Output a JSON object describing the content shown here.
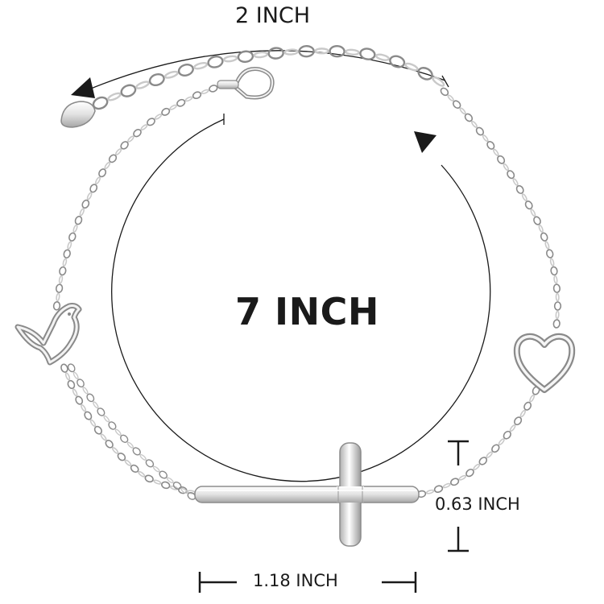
{
  "labels": {
    "extender_length": "2 INCH",
    "chain_length": "7 INCH",
    "cross_height": "0.63 INCH",
    "cross_width": "1.18 INCH"
  },
  "colors": {
    "silver_light": "#f4f4f4",
    "silver_mid": "#c9c9c9",
    "silver_dark": "#8a8a8a",
    "ink": "#1a1a1a"
  },
  "icons": [
    "dove-charm-icon",
    "heart-charm-icon",
    "cross-charm-icon",
    "lobster-clasp-icon",
    "arrow-icon"
  ]
}
